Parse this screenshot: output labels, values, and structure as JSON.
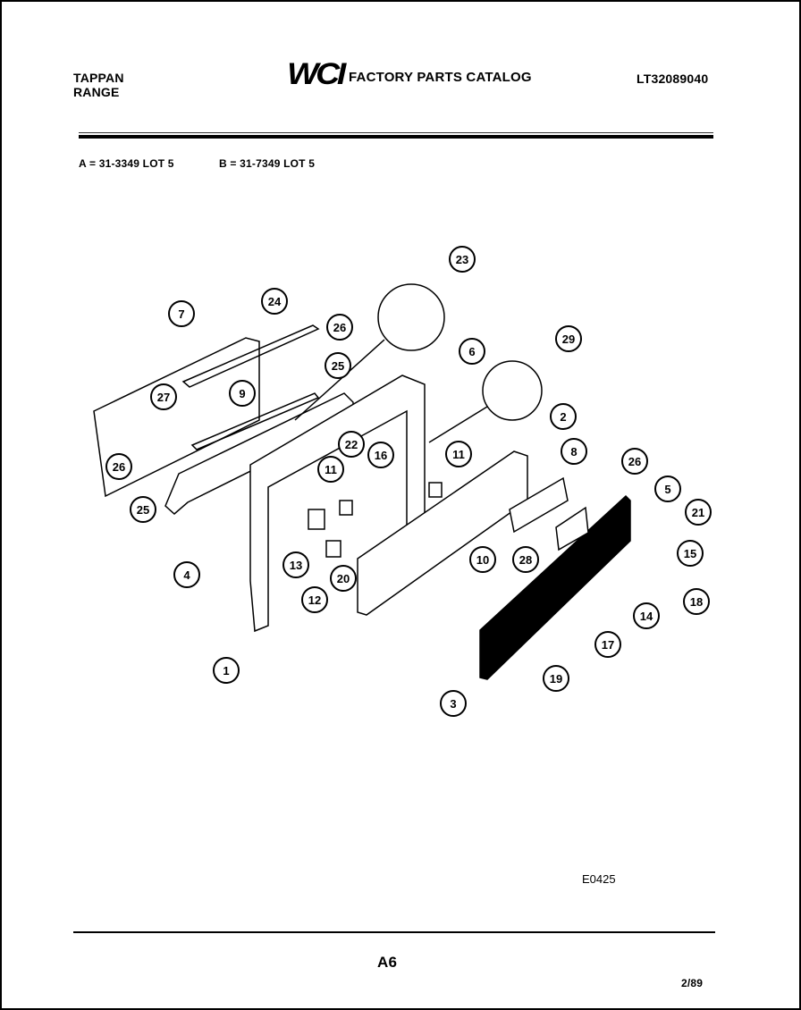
{
  "header": {
    "brand_line1": "TAPPAN",
    "brand_line2": "RANGE",
    "logo": "WCI",
    "catalog_title": "FACTORY PARTS CATALOG",
    "model_number": "LT32089040"
  },
  "models": {
    "a": "A = 31-3349 LOT 5",
    "b": "B = 31-7349 LOT 5"
  },
  "diagram": {
    "callouts": [
      "23",
      "7",
      "24",
      "26",
      "6",
      "29",
      "25",
      "27",
      "9",
      "2",
      "26",
      "22",
      "16",
      "11",
      "8",
      "26",
      "11",
      "25",
      "5",
      "21",
      "15",
      "4",
      "13",
      "12",
      "20",
      "10",
      "28",
      "18",
      "14",
      "1",
      "17",
      "19",
      "3"
    ]
  },
  "footer": {
    "drawing_code": "E0425",
    "page": "A6",
    "date": "2/89"
  }
}
